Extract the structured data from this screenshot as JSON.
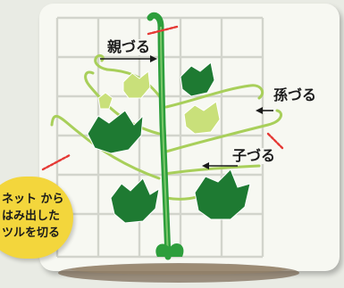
{
  "labels": {
    "main_vine": "親づる",
    "grandchild_vine": "孫づる",
    "child_vine": "子づる"
  },
  "note": {
    "lines": [
      "ネット から",
      "はみ出した",
      "ツルを切る"
    ]
  },
  "colors": {
    "background": "#e9ebe4",
    "card": "#f7f8f2",
    "grid": "#d2d4cc",
    "main_vine": "#2d9e3c",
    "leaf": "#1e7a32",
    "light_leaf": "#c9e07a",
    "tendril": "#a8cf5a",
    "cut_mark": "#e53935",
    "note_bg": "#f3d63c"
  }
}
